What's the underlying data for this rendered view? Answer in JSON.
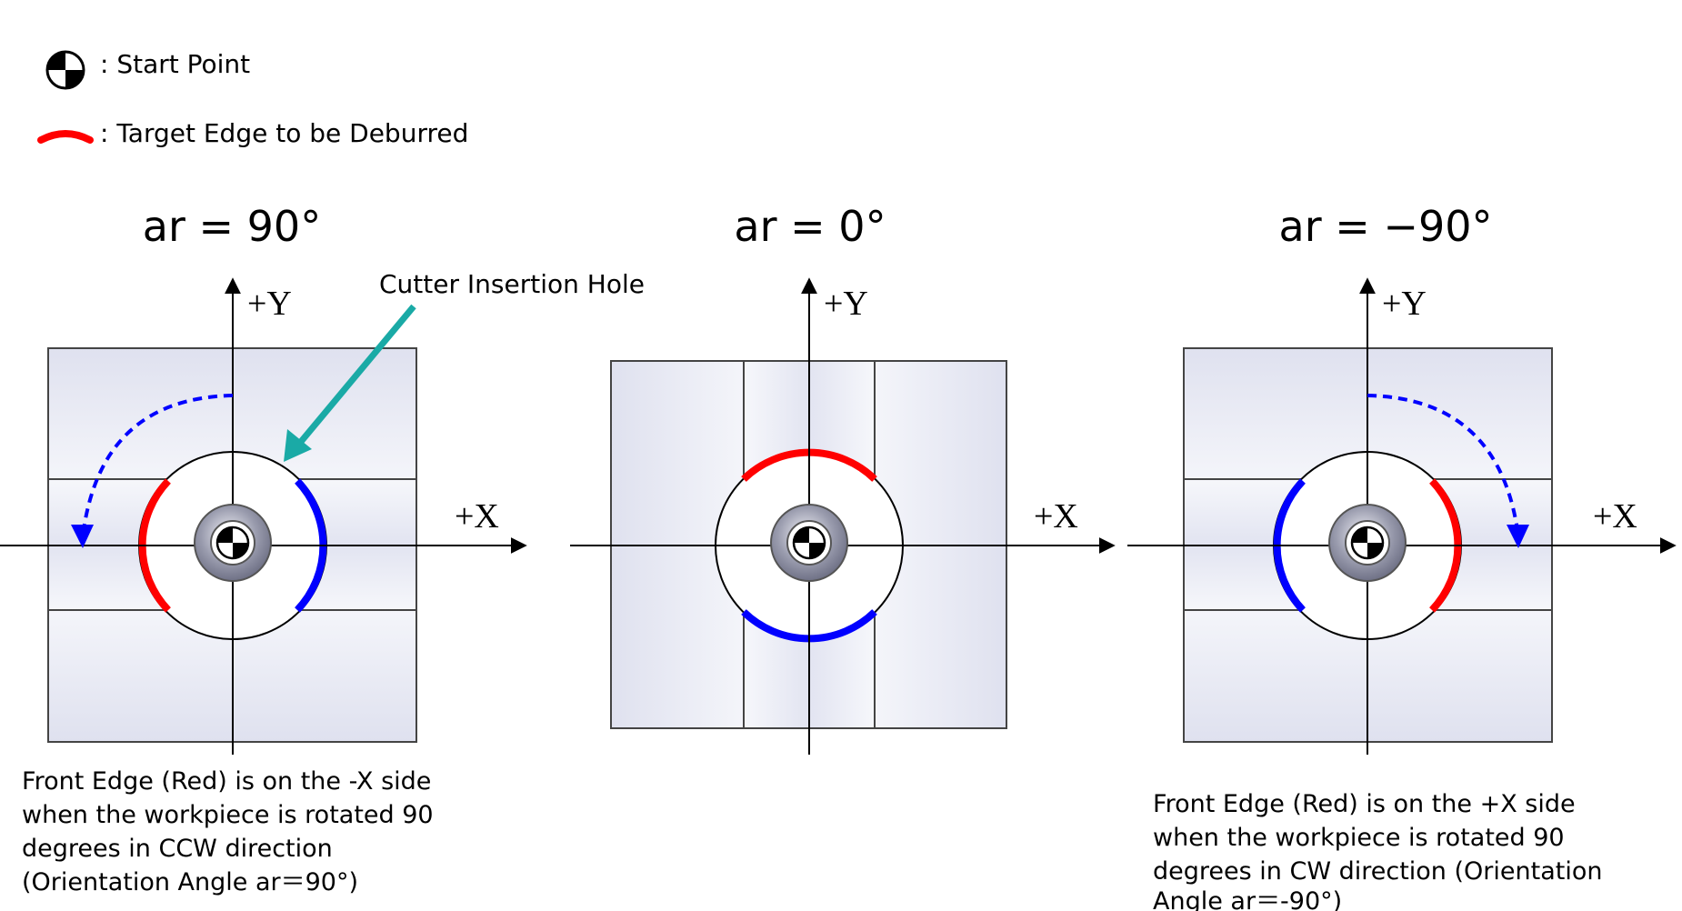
{
  "legend": {
    "start_point_label": ": Start Point",
    "target_edge_label": ": Target Edge to be Deburred"
  },
  "colors": {
    "front_edge": "#ff0000",
    "back_edge": "#0000ff",
    "rotation_arrow": "#0000ff",
    "callout_arrow": "#1aaaa6",
    "axis": "#000000",
    "block_fill": "#e4e6f2",
    "block_edge": "#f7f7fb"
  },
  "callout": {
    "label": "Cutter Insertion Hole"
  },
  "panels": [
    {
      "title": "ar = 90°",
      "ar_degrees": 90,
      "x_label": "+X",
      "y_label": "+Y",
      "rotation": "CCW",
      "caption": [
        "Front Edge (Red) is on the -X side",
        "when the workpiece is rotated 90",
        "degrees in CCW direction",
        "(Orientation Angle ar＝90°)"
      ]
    },
    {
      "title": "ar = 0°",
      "ar_degrees": 0,
      "x_label": "+X",
      "y_label": "+Y",
      "rotation": "none",
      "caption": []
    },
    {
      "title": "ar = −90°",
      "ar_degrees": -90,
      "x_label": "+X",
      "y_label": "+Y",
      "rotation": "CW",
      "caption": [
        "Front Edge (Red) is on the +X side",
        "when the workpiece is rotated 90",
        "degrees in CW direction (Orientation",
        "Angle ar＝-90°)"
      ]
    }
  ]
}
